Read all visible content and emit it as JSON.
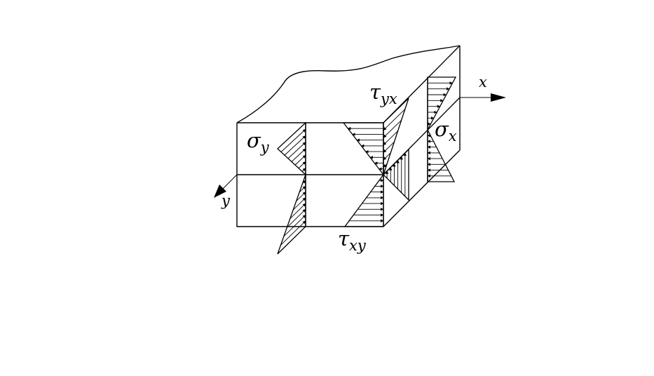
{
  "labels": {
    "sigma_y": {
      "symbol": "σ",
      "subscript": "y"
    },
    "sigma_x": {
      "symbol": "σ",
      "subscript": "x"
    },
    "tau_yx": {
      "symbol": "τ",
      "subscript": "yx"
    },
    "tau_xy": {
      "symbol": "τ",
      "subscript": "xy"
    }
  },
  "axes": {
    "x": "x",
    "y": "y"
  }
}
